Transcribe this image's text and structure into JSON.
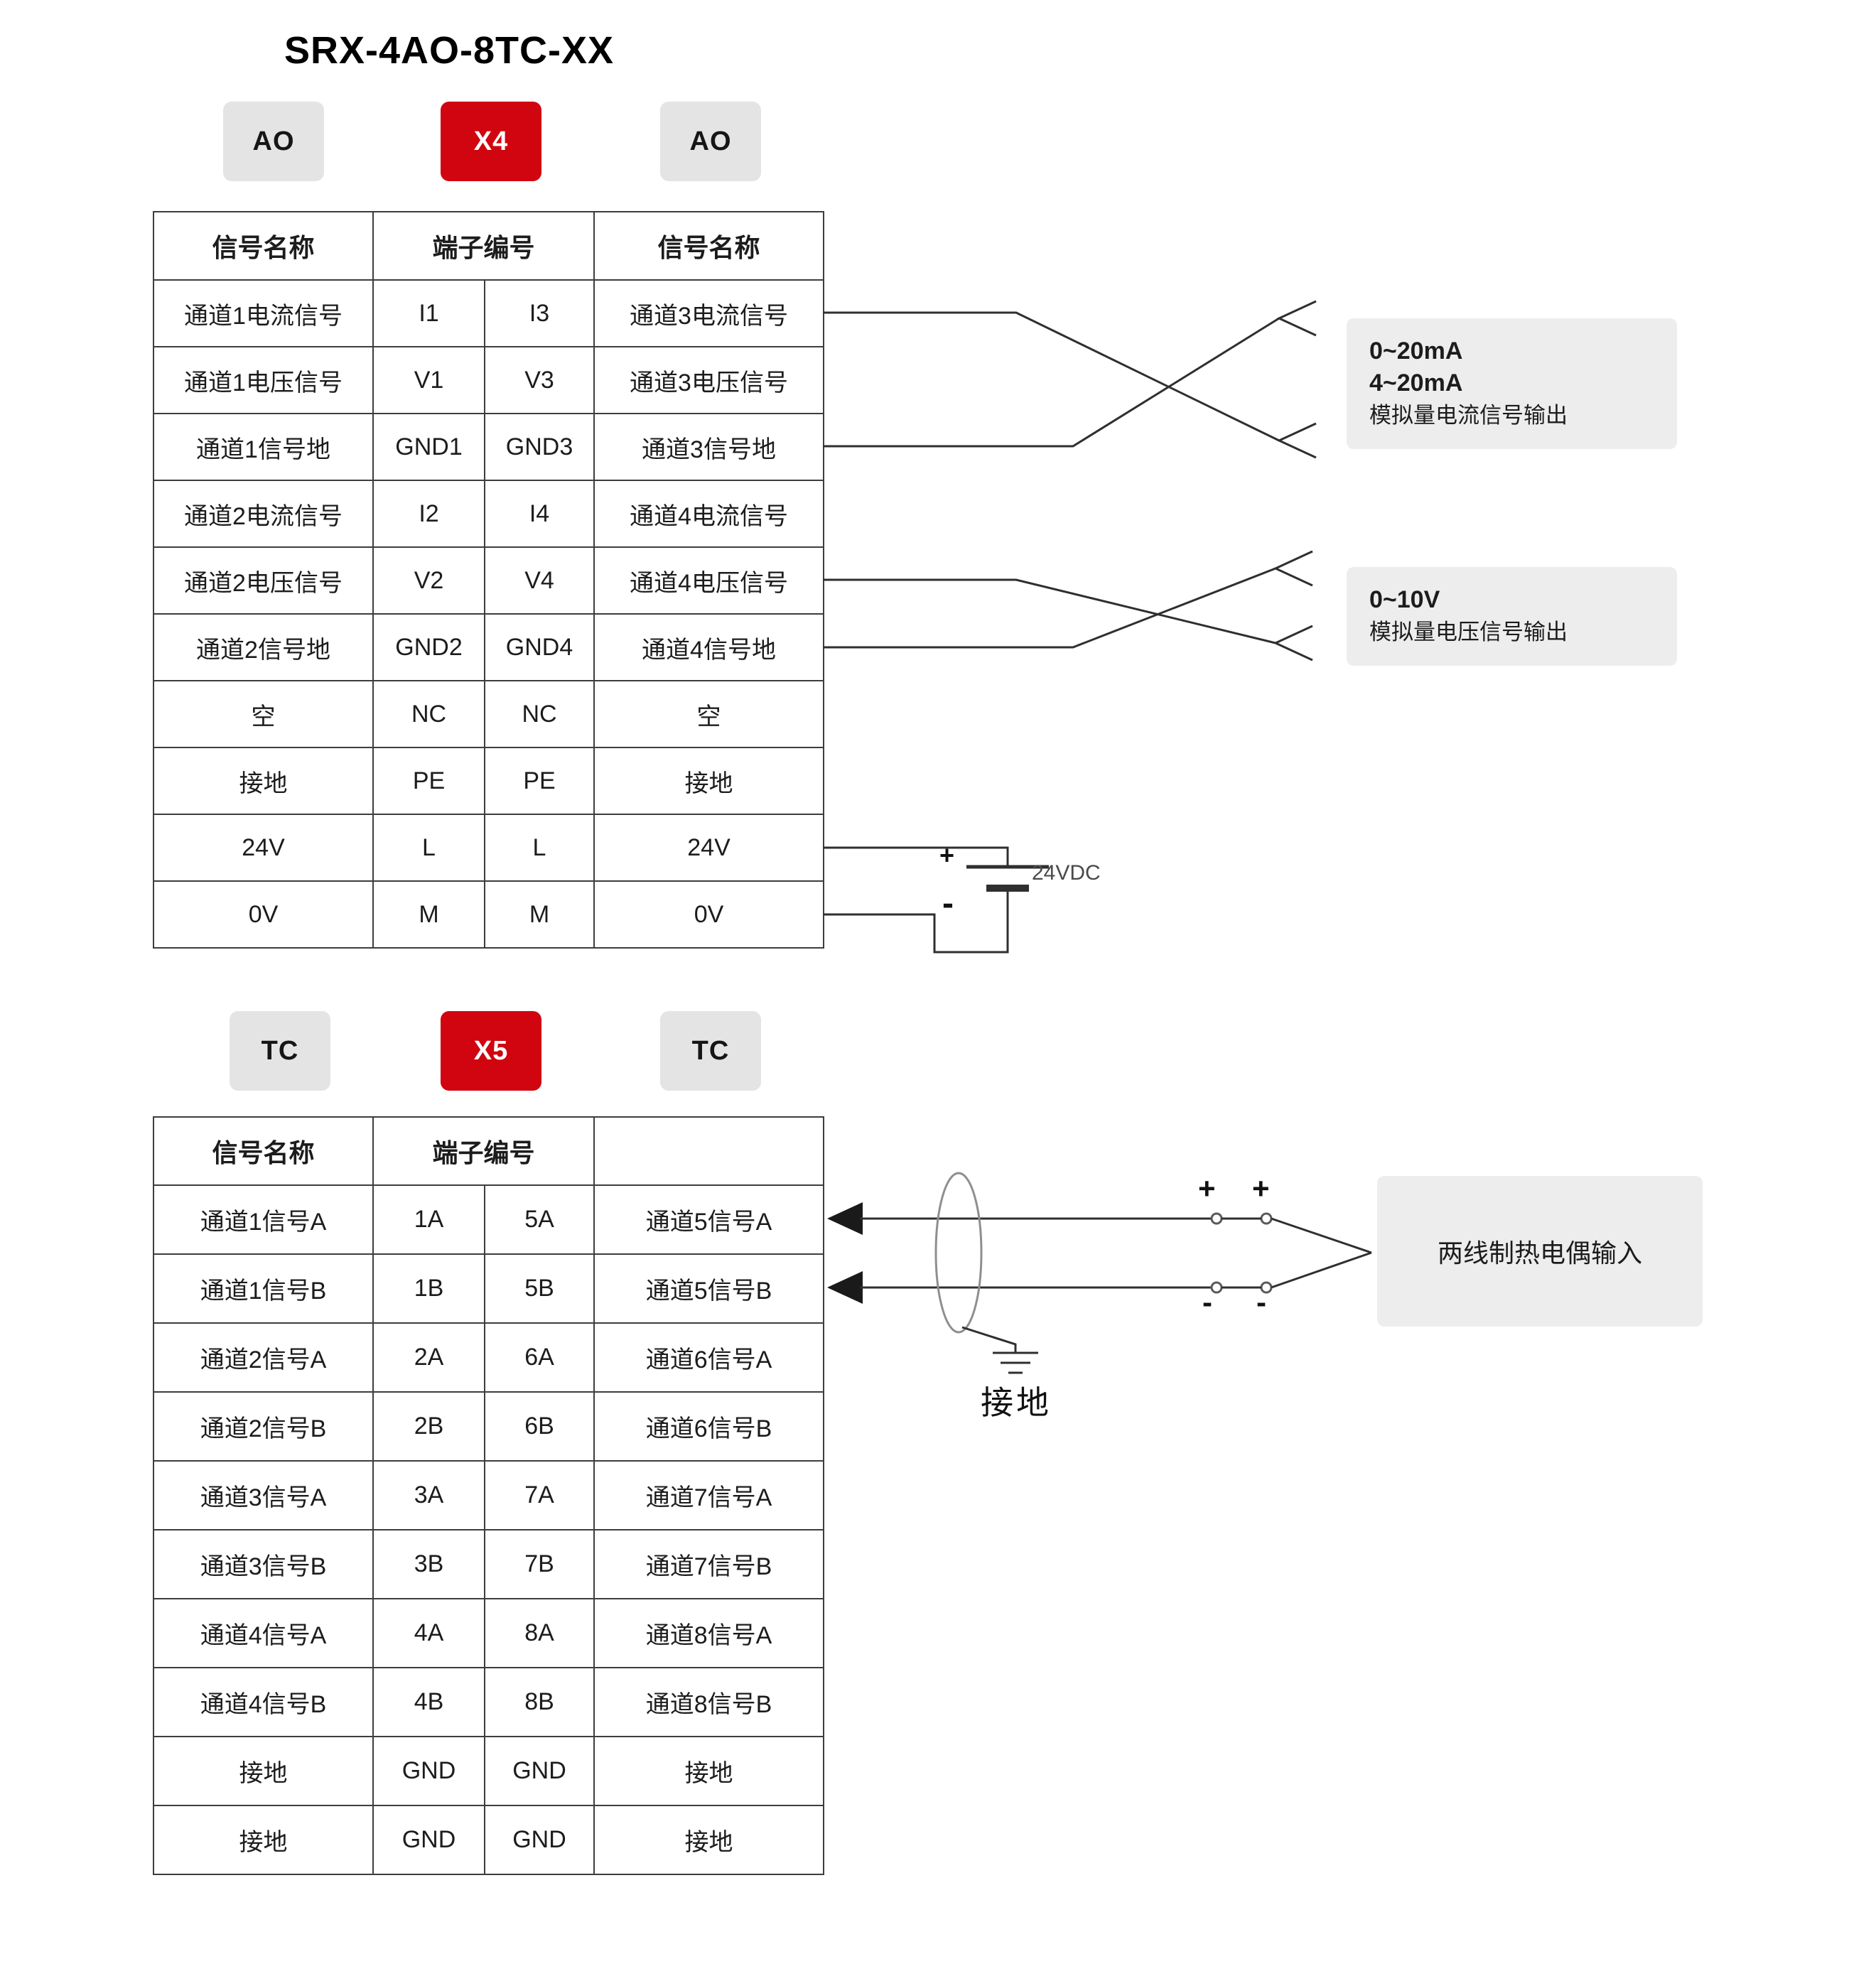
{
  "title": "SRX-4AO-8TC-XX",
  "colors": {
    "badge_red": "#d1050f",
    "badge_gray": "#e4e4e4",
    "annotation_gray": "#ededed",
    "wire": "#2f2f2f"
  },
  "ao_section": {
    "badge_left": "AO",
    "badge_center": "X4",
    "badge_right": "AO",
    "table": {
      "header": [
        {
          "label": "信号名称",
          "span": 1
        },
        {
          "label": "端子编号",
          "span": 2
        },
        {
          "label": "信号名称",
          "span": 1
        }
      ],
      "rows": [
        [
          "通道1电流信号",
          "I1",
          "I3",
          "通道3电流信号"
        ],
        [
          "通道1电压信号",
          "V1",
          "V3",
          "通道3电压信号"
        ],
        [
          "通道1信号地",
          "GND1",
          "GND3",
          "通道3信号地"
        ],
        [
          "通道2电流信号",
          "I2",
          "I4",
          "通道4电流信号"
        ],
        [
          "通道2电压信号",
          "V2",
          "V4",
          "通道4电压信号"
        ],
        [
          "通道2信号地",
          "GND2",
          "GND4",
          "通道4信号地"
        ],
        [
          "空",
          "NC",
          "NC",
          "空"
        ],
        [
          "接地",
          "PE",
          "PE",
          "接地"
        ],
        [
          "24V",
          "L",
          "L",
          "24V"
        ],
        [
          "0V",
          "M",
          "M",
          "0V"
        ]
      ]
    },
    "current_output_note": {
      "line1": "0~20mA",
      "line2": "4~20mA",
      "line3": "模拟量电流信号输出"
    },
    "voltage_output_note": {
      "line1": "0~10V",
      "line2": "模拟量电压信号输出"
    },
    "power": {
      "plus": "+",
      "minus": "-",
      "label": "24VDC"
    }
  },
  "tc_section": {
    "badge_left": "TC",
    "badge_center": "X5",
    "badge_right": "TC",
    "table": {
      "header": [
        {
          "label": "信号名称",
          "span": 1
        },
        {
          "label": "端子编号",
          "span": 2
        },
        {
          "label": "",
          "span": 1
        }
      ],
      "rows": [
        [
          "通道1信号A",
          "1A",
          "5A",
          "通道5信号A"
        ],
        [
          "通道1信号B",
          "1B",
          "5B",
          "通道5信号B"
        ],
        [
          "通道2信号A",
          "2A",
          "6A",
          "通道6信号A"
        ],
        [
          "通道2信号B",
          "2B",
          "6B",
          "通道6信号B"
        ],
        [
          "通道3信号A",
          "3A",
          "7A",
          "通道7信号A"
        ],
        [
          "通道3信号B",
          "3B",
          "7B",
          "通道7信号B"
        ],
        [
          "通道4信号A",
          "4A",
          "8A",
          "通道8信号A"
        ],
        [
          "通道4信号B",
          "4B",
          "8B",
          "通道8信号B"
        ],
        [
          "接地",
          "GND",
          "GND",
          "接地"
        ],
        [
          "接地",
          "GND",
          "GND",
          "接地"
        ]
      ]
    },
    "ground_label": "接地",
    "tc_input_note": "两线制热电偶输入",
    "polarity": {
      "plus": "+",
      "minus": "-"
    }
  }
}
